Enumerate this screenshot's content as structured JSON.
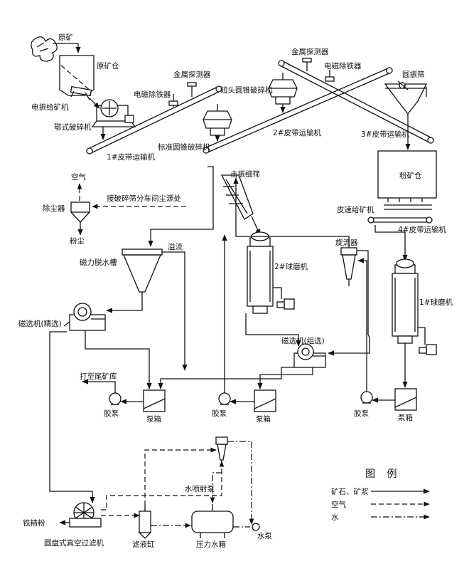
{
  "labels": {
    "raw_ore": "原矿",
    "raw_ore_bin": "原矿仓",
    "vib_feeder": "电振给矿机",
    "jaw_crusher": "鄂式破碎机",
    "belt1": "1#皮带运输机",
    "metal_det_1": "金属探测器",
    "mag_sep_1": "电磁除铁器",
    "std_cone": "标准圆锥破碎机",
    "short_cone": "短头圆锥破碎机",
    "belt2": "2#皮带运输机",
    "metal_det_2": "金属探测器",
    "mag_sep_2": "电磁除铁器",
    "circ_screen": "圆振筛",
    "belt3": "3#皮带运输机",
    "fine_bin": "粉矿仓",
    "belt_feeder": "皮速给矿机",
    "belt4": "4#皮带运输机",
    "air": "空气",
    "dust_source": "接破碎筛分车间尘源处",
    "dust_collector": "除尘器",
    "dust": "粉尘",
    "fine_screen": "击振细筛",
    "overflow": "溢流",
    "mag_dewater": "磁力脱水槽",
    "ball_mill_2": "2#球磨机",
    "ball_mill_1": "1#球磨机",
    "cyclone": "旋流器",
    "mag_fine": "磁选机(精选)",
    "mag_rough": "磁选机(组选)",
    "to_tailings": "打至尾矿库",
    "pump_1": "胶泵",
    "box_1": "泵箱",
    "pump_2": "胶泵",
    "box_2": "泵箱",
    "pump_3": "胶泵",
    "box_3": "泵箱",
    "iron_conc": "铁精粉",
    "disc_filter": "圆盘式真空过滤机",
    "filtrate_tank": "滤液缸",
    "pressure_tank": "压力水箱",
    "water_jet_pump": "水喷射泵",
    "water_pump": "水泵"
  },
  "legend": {
    "title": "图 例",
    "ore": "矿石、矿浆",
    "air": "空气",
    "water": "水"
  }
}
